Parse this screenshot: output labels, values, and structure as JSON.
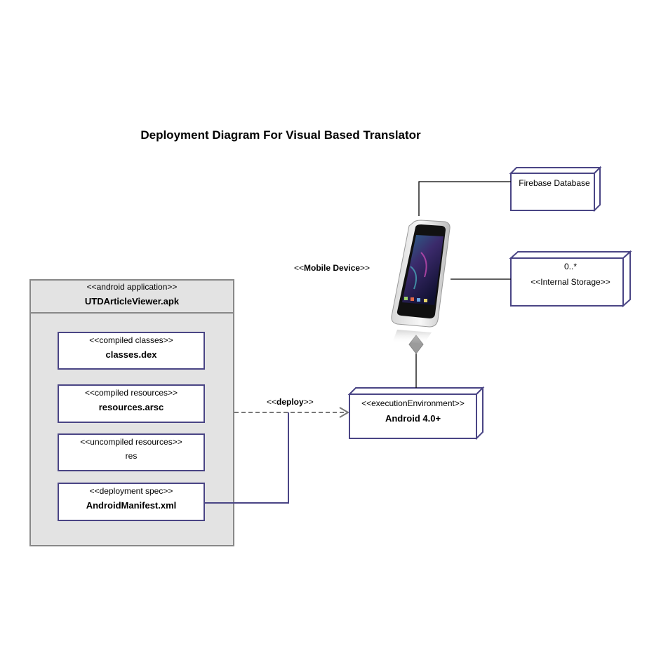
{
  "title": "Deployment Diagram For Visual Based Translator",
  "artifact": {
    "stereotype": "<<android application>>",
    "name": "UTDArticleViewer.apk",
    "items": [
      {
        "stereotype": "<<compiled classes>>",
        "name": "classes.dex"
      },
      {
        "stereotype": "<<compiled resources>>",
        "name": "resources.arsc"
      },
      {
        "stereotype": "<<uncompiled resources>>",
        "name": "res"
      },
      {
        "stereotype": "<<deployment spec>>",
        "name": "AndroidManifest.xml"
      }
    ]
  },
  "device": {
    "label_prefix": "<<",
    "label_name": "Mobile Device",
    "label_suffix": ">>",
    "image": "smartphone-icon"
  },
  "deploy_label": {
    "prefix": "<<",
    "name": "deploy",
    "suffix": ">>"
  },
  "execution_env": {
    "stereotype": "<<executionEnvironment>>",
    "name": "Android 4.0+"
  },
  "firebase": {
    "name": "Firebase Database"
  },
  "internal_storage": {
    "multiplicity": "0..*",
    "name": "<<Internal Storage>>"
  },
  "colors": {
    "node_border": "#4a4585",
    "artifact_fill": "#e3e3e3",
    "artifact_border": "#888888",
    "line": "#000000",
    "dashed": "#777777"
  }
}
